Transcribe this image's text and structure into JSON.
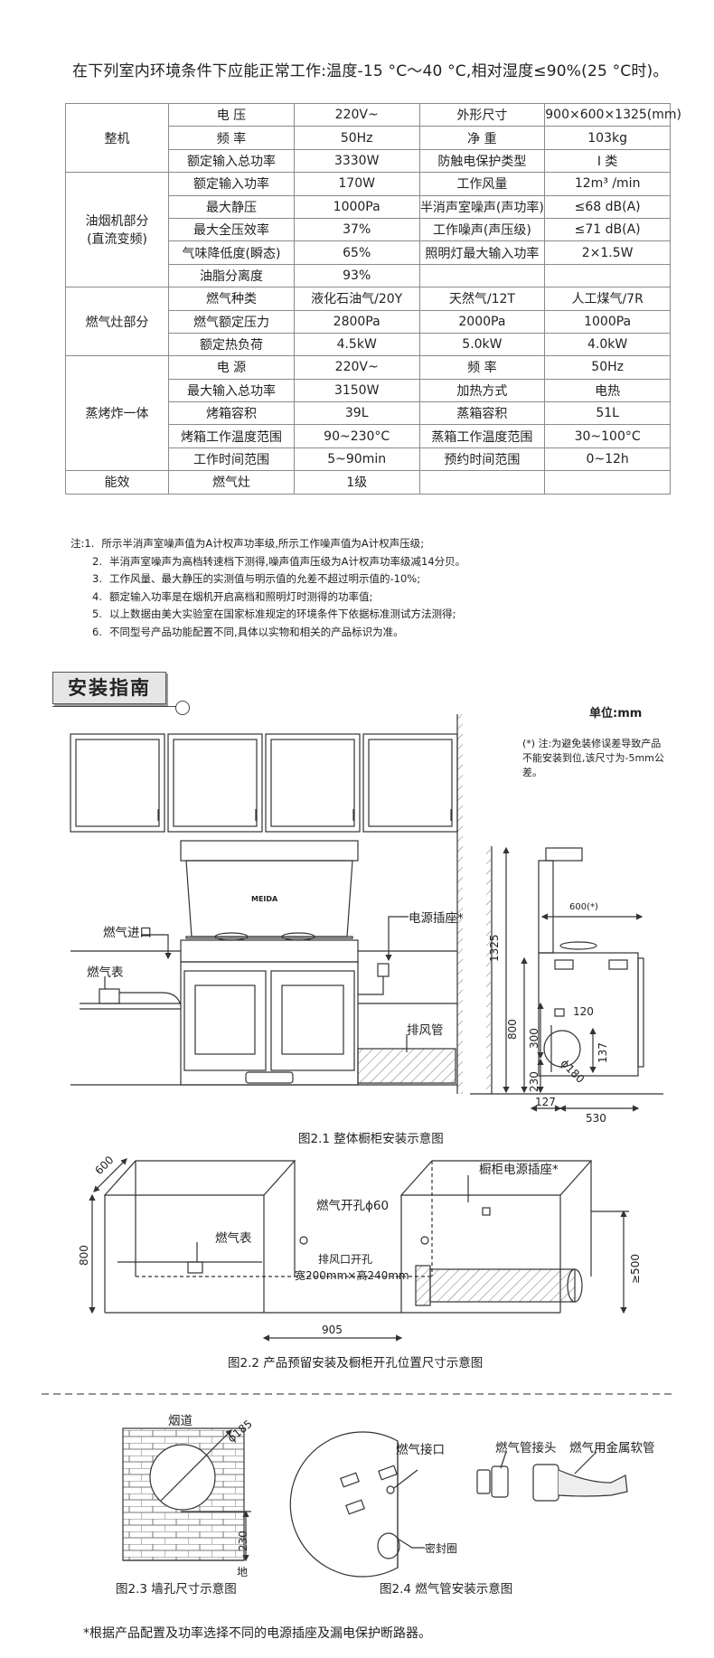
{
  "intro": "在下列室内环境条件下应能正常工作:温度-15 °C～40 °C,相对湿度≤90%(25 °C时)。",
  "spec_table": {
    "group_whole": "整机",
    "group_hood": "油烟机部分",
    "group_hood_sub": "(直流变频)",
    "group_stove": "燃气灶部分",
    "group_oven": "蒸烤炸一体",
    "group_eff": "能效",
    "rows": [
      [
        "电 压",
        "220V~",
        "外形尺寸",
        "900×600×1325(mm)"
      ],
      [
        "频 率",
        "50Hz",
        "净 重",
        "103kg"
      ],
      [
        "额定输入总功率",
        "3330W",
        "防触电保护类型",
        "I 类"
      ],
      [
        "额定输入功率",
        "170W",
        "工作风量",
        "12m³ /min"
      ],
      [
        "最大静压",
        "1000Pa",
        "半消声室噪声(声功率)",
        "≤68 dB(A)"
      ],
      [
        "最大全压效率",
        "37%",
        "工作噪声(声压级)",
        "≤71 dB(A)"
      ],
      [
        "气味降低度(瞬态)",
        "65%",
        "照明灯最大输入功率",
        "2×1.5W"
      ],
      [
        "油脂分离度",
        "93%",
        "",
        ""
      ],
      [
        "燃气种类",
        "液化石油气/20Y",
        "天然气/12T",
        "人工煤气/7R"
      ],
      [
        "燃气额定压力",
        "2800Pa",
        "2000Pa",
        "1000Pa"
      ],
      [
        "额定热负荷",
        "4.5kW",
        "5.0kW",
        "4.0kW"
      ],
      [
        "电 源",
        "220V~",
        "频 率",
        "50Hz"
      ],
      [
        "最大输入总功率",
        "3150W",
        "加热方式",
        "电热"
      ],
      [
        "烤箱容积",
        "39L",
        "蒸箱容积",
        "51L"
      ],
      [
        "烤箱工作温度范围",
        "90~230°C",
        "蒸箱工作温度范围",
        "30~100°C"
      ],
      [
        "工作时间范围",
        "5~90min",
        "预约时间范围",
        "0~12h"
      ],
      [
        "燃气灶",
        "1级",
        "",
        ""
      ]
    ]
  },
  "notes": {
    "prefix": "注:",
    "items": [
      {
        "num": "1.",
        "text": "所示半消声室噪声值为A计权声功率级,所示工作噪声值为A计权声压级;"
      },
      {
        "num": "2.",
        "text": "半消声室噪声为高档转速档下测得,噪声值声压级为A计权声功率级减14分贝。"
      },
      {
        "num": "3.",
        "text": "工作风量、最大静压的实测值与明示值的允差不超过明示值的-10%;"
      },
      {
        "num": "4.",
        "text": "额定输入功率是在烟机开启高档和照明灯时测得的功率值;"
      },
      {
        "num": "5.",
        "text": "以上数据由美大实验室在国家标准规定的环境条件下依据标准测试方法测得;"
      },
      {
        "num": "6.",
        "text": "不同型号产品功能配置不同,具体以实物和相关的产品标识为准。"
      }
    ]
  },
  "guide_title": "安装指南",
  "unit": "单位:mm",
  "tolerance_note": "(*) 注:为避免装修误差导致产品不能安装到位,该尺寸为-5mm公差。",
  "fig1": {
    "gas_inlet": "燃气进口",
    "gas_meter": "燃气表",
    "power_socket": "电源插座*",
    "exhaust_pipe": "排风管",
    "brand": "MEIDA",
    "dim_1325": "1325",
    "dim_800": "800",
    "dim_300": "300",
    "dim_230": "230",
    "dim_600": "600(*)",
    "dim_120": "120",
    "dim_137": "137",
    "dim_180": "ɸ180",
    "dim_127": "127",
    "dim_530": "530",
    "caption": "图2.1 整体橱柜安装示意图"
  },
  "fig2": {
    "dim_600": "600",
    "dim_800": "800",
    "gas_meter": "燃气表",
    "gas_hole": "燃气开孔ɸ60",
    "exhaust_hole_1": "排风口开孔",
    "exhaust_hole_2": "宽200mm×高240mm",
    "cabinet_socket": "橱柜电源插座*",
    "dim_500": "≥500",
    "dim_905": "905",
    "caption": "图2.2 产品预留安装及橱柜开孔位置尺寸示意图"
  },
  "fig3": {
    "flue": "烟道",
    "dim_185": "ɸ185",
    "dim_230": "230",
    "ground": "地",
    "caption": "图2.3 墙孔尺寸示意图"
  },
  "fig4": {
    "gas_port": "燃气接口",
    "seal_ring": "密封圈",
    "gas_joint": "燃气管接头",
    "metal_hose": "燃气用金属软管",
    "caption": "图2.4 燃气管安装示意图"
  },
  "footer": "*根据产品配置及功率选择不同的电源插座及漏电保护断路器。"
}
